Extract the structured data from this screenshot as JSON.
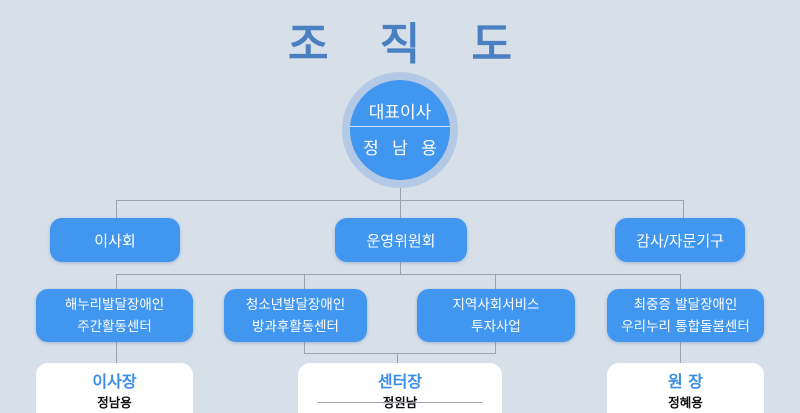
{
  "title": "조 직 도",
  "ceo": {
    "role": "대표이사",
    "name": "정 남 용"
  },
  "level1": [
    "이사회",
    "운영위원회",
    "감사/자문기구"
  ],
  "level2": [
    {
      "line1": "해누리발달장애인",
      "line2": "주간활동센터"
    },
    {
      "line1": "청소년발달장애인",
      "line2": "방과후활동센터"
    },
    {
      "line1": "지역사회서비스",
      "line2": "투자사업"
    },
    {
      "line1": "최중증 발달장애인",
      "line2": "우리누리 통합돌봄센터"
    }
  ],
  "heads": [
    {
      "role": "이사장",
      "name": "정남용"
    },
    {
      "role": "센터장",
      "name": "정원남"
    },
    {
      "role": "원 장",
      "name": "정혜용"
    }
  ]
}
